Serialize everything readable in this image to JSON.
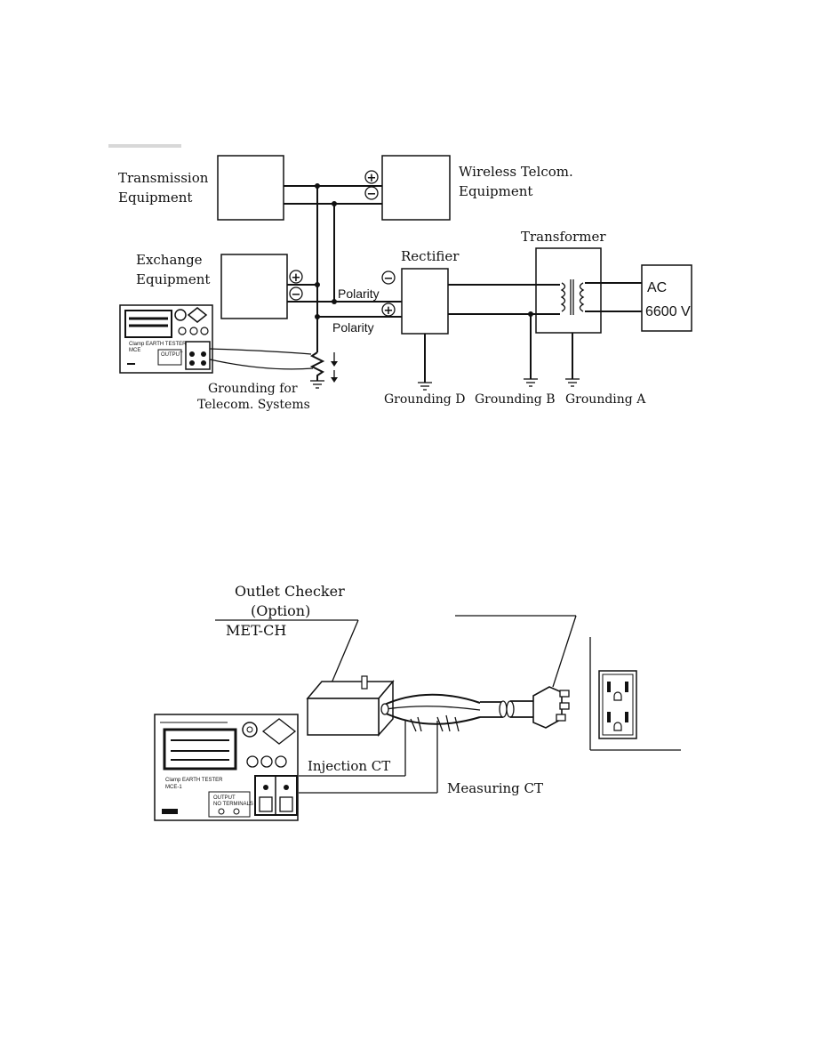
{
  "diagram1": {
    "labels": {
      "transmission_line1": "Transmission",
      "transmission_line2": "Equipment",
      "wireless_line1": "Wireless Telcom.",
      "wireless_line2": "Equipment",
      "exchange_line1": "Exchange",
      "exchange_line2": "Equipment",
      "rectifier": "Rectifier",
      "transformer": "Transformer",
      "ac_line1": "AC",
      "ac_line2": "6600 V",
      "polarity_upper": "Polarity",
      "polarity_lower": "Polarity",
      "grounding_telecom_line1": "Grounding for",
      "grounding_telecom_line2": "Telecom. Systems",
      "grounding_d": "Grounding D",
      "grounding_b": "Grounding B",
      "grounding_a": "Grounding A"
    },
    "symbols": {
      "plus": "+",
      "minus": "−"
    },
    "tester_text": {
      "brand": "Clamp EARTH TESTER",
      "model": "MCE",
      "output": "OUTPUT"
    }
  },
  "diagram2": {
    "labels": {
      "outlet_checker": "Outlet Checker",
      "option": "(Option)",
      "met_ch": "MET-CH",
      "injection_ct": "Injection CT",
      "measuring_ct": "Measuring CT"
    },
    "tester_text": {
      "brand": "Clamp EARTH TESTER",
      "model": "MCE-1",
      "output": "OUTPUT",
      "output_sub": "NO TERMINALS"
    }
  }
}
